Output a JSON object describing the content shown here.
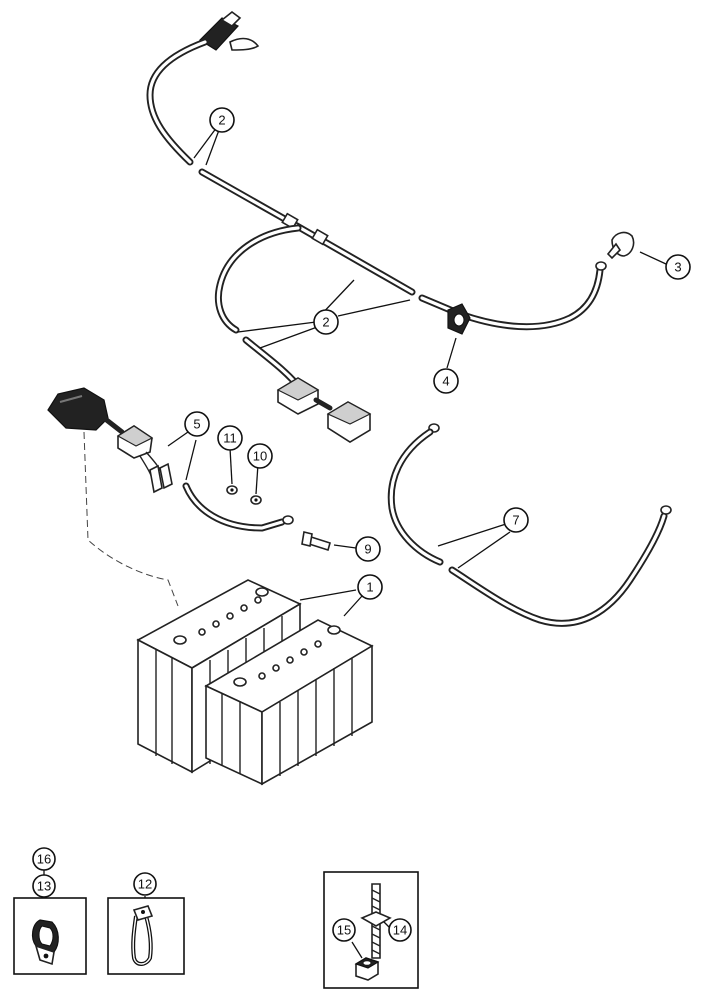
{
  "callouts": [
    {
      "id": "c2a",
      "label": "2"
    },
    {
      "id": "c3",
      "label": "3"
    },
    {
      "id": "c2b",
      "label": "2"
    },
    {
      "id": "c4",
      "label": "4"
    },
    {
      "id": "c5",
      "label": "5"
    },
    {
      "id": "c11",
      "label": "11"
    },
    {
      "id": "c10",
      "label": "10"
    },
    {
      "id": "c7",
      "label": "7"
    },
    {
      "id": "c9",
      "label": "9"
    },
    {
      "id": "c1",
      "label": "1"
    },
    {
      "id": "c16",
      "label": "16"
    },
    {
      "id": "c13",
      "label": "13"
    },
    {
      "id": "c12",
      "label": "12"
    },
    {
      "id": "c15",
      "label": "15"
    },
    {
      "id": "c14",
      "label": "14"
    }
  ]
}
